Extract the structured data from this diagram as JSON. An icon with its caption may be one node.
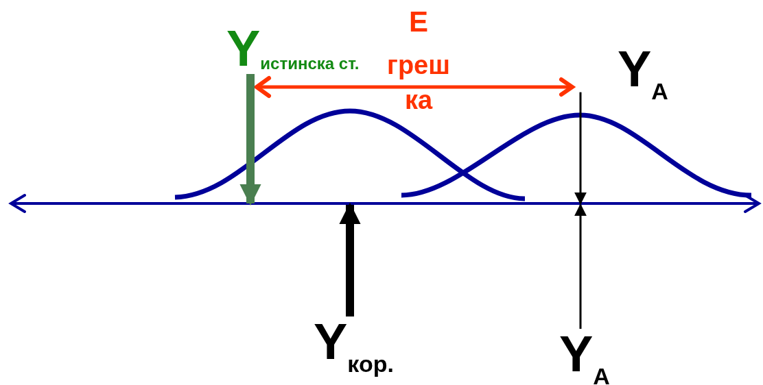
{
  "diagram": {
    "nodes": [
      {
        "text": [
          "Y$_{истинска ст.}$"
        ]
      },
      {
        "text": [
          "Y$_{A}$"
        ]
      },
      {
        "text": [
          "Y$_{кор.}$"
        ]
      },
      {
        "text": [
          "Y$_{A}$"
        ]
      }
    ],
    "edges": [
      {
        "from": 0,
        "to": null,
        "arrow": "to",
        "style": "thick",
        "color": "#4a7f50"
      },
      {
        "from": 1,
        "to": null,
        "arrow": "to"
      },
      {
        "from": 2,
        "to": null,
        "arrow": "to",
        "style": "thick"
      },
      {
        "from": 3,
        "to": null,
        "arrow": "to"
      }
    ],
    "labels": [
      "E",
      "греш ка"
    ]
  }
}
